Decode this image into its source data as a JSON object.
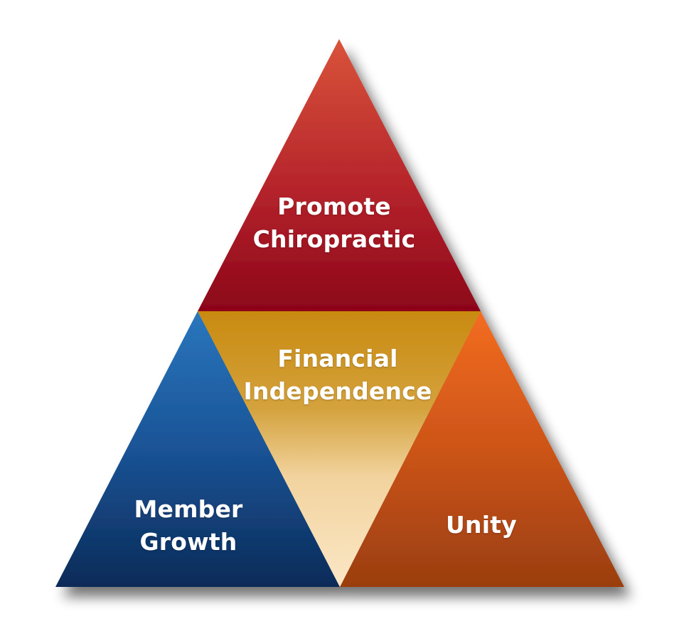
{
  "diagram": {
    "segments": [
      {
        "id": "top",
        "lines": [
          "Promote",
          "Chiropractic"
        ],
        "color_top": "#d64e36",
        "color_bottom": "#8e0618"
      },
      {
        "id": "middle",
        "lines": [
          "Financial",
          "Independence"
        ],
        "color_top": "#c98b12",
        "color_bottom": "#f8e0b8"
      },
      {
        "id": "left",
        "lines": [
          "Member",
          "Growth"
        ],
        "color_top": "#2069b3",
        "color_bottom": "#0c2e5e"
      },
      {
        "id": "right",
        "lines": [
          "Unity"
        ],
        "color_top": "#f06a22",
        "color_bottom": "#9b3f10"
      }
    ]
  }
}
